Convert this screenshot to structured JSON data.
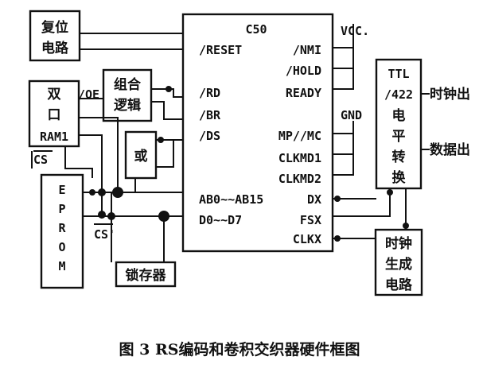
{
  "labels": {
    "reset_line1": "复位",
    "reset_line2": "电路",
    "ram_line1": "双",
    "ram_line2": "口",
    "ram_line3": "RAM1",
    "cs_label": "CS",
    "cs_prime": "CS'",
    "oe_label": "/OE",
    "logic_line1": "组合",
    "logic_line2": "逻辑",
    "or_gate": "或",
    "eprom": "EPROM",
    "latch": "锁存器",
    "c50_title": "C50",
    "reset_pin": "/RESET",
    "nmi_pin": "/NMI",
    "hold_pin": "/HOLD",
    "ready_pin": "READY",
    "rd_pin": "/RD",
    "br_pin": "/BR",
    "ds_pin": "/DS",
    "mpmc_pin": "MP//MC",
    "clkmd1_pin": "CLKMD1",
    "clkmd2_pin": "CLKMD2",
    "ab_pin": "AB0~~AB15",
    "dx_pin": "DX",
    "d_pin": "D0~~D7",
    "fsx_pin": "FSX",
    "clkx_pin": "CLKX",
    "vcc": "VCC.",
    "gnd": "GND",
    "ttl_line1": "TTL",
    "ttl_line2": "/422",
    "ttl_line3": "电",
    "ttl_line4": "平",
    "ttl_line5": "转",
    "ttl_line6": "换",
    "clock_out": "时钟出",
    "data_out": "数据出",
    "clkgen_line1": "时钟",
    "clkgen_line2": "生成",
    "clkgen_line3": "电路"
  },
  "caption": "图 3   RS编码和卷积交织器硬件框图"
}
